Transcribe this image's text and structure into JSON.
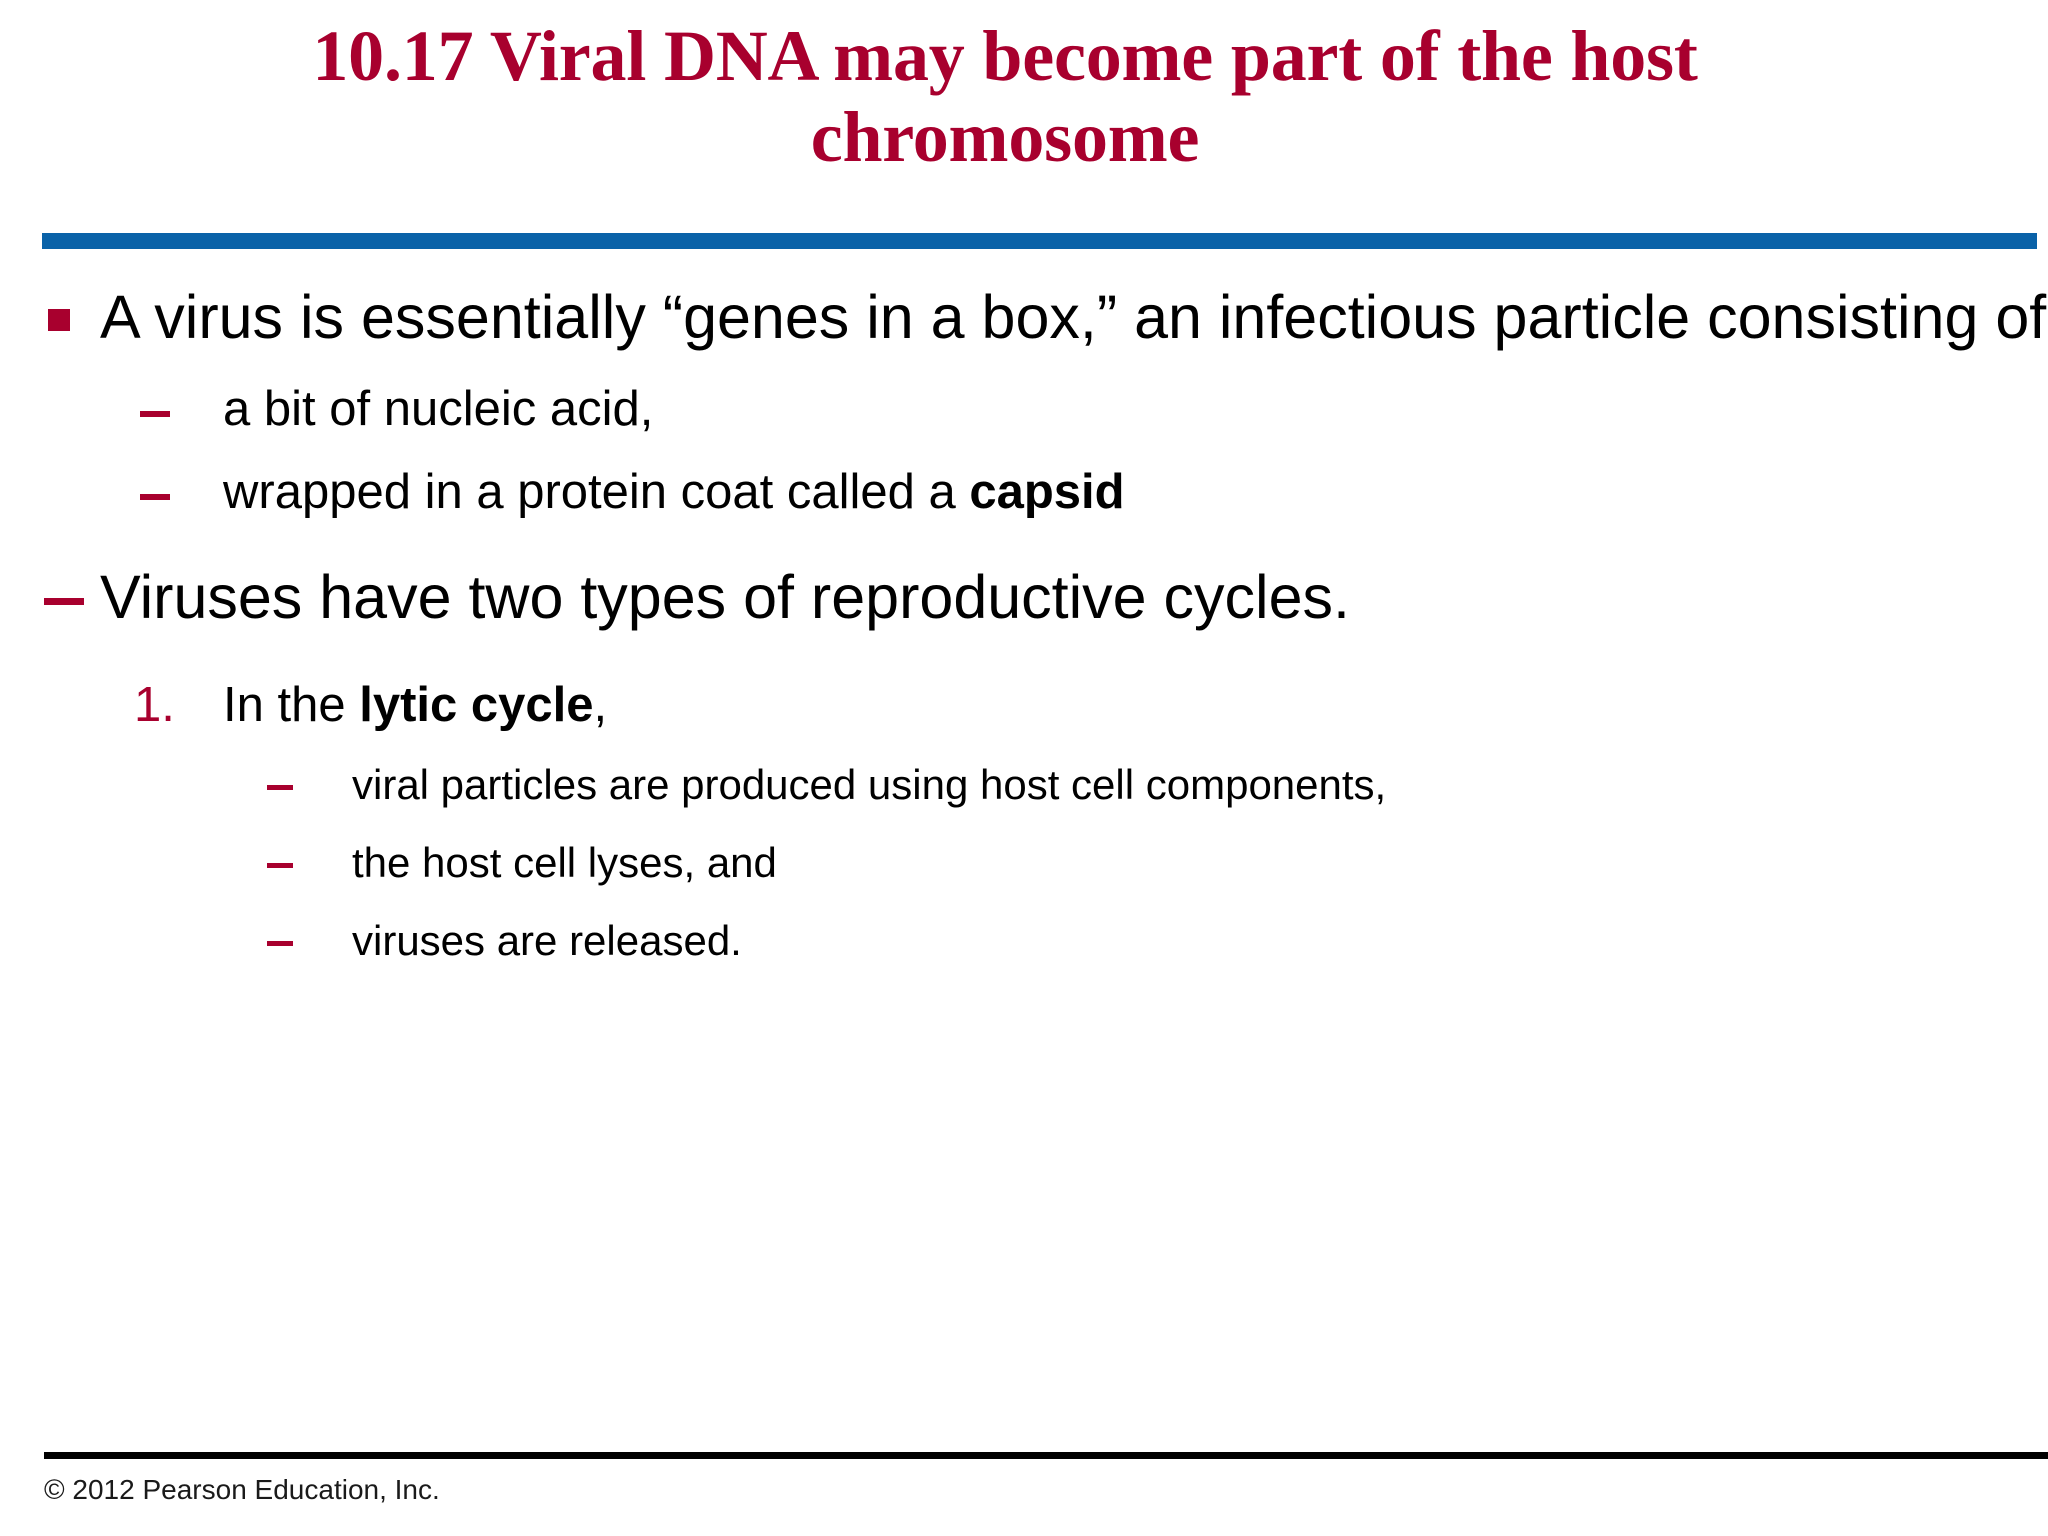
{
  "slide": {
    "title": {
      "line1": "10.17 Viral DNA may become part of the host",
      "line2": "chromosome",
      "color": "#A8002E"
    },
    "divider": {
      "blue_color": "#0A62A8",
      "footer_rule_color": "#000000"
    },
    "content": [
      {
        "level": 1,
        "marker": "square-bullet",
        "text_parts": [
          {
            "text": "A virus is essentially “genes in a box,” an infectious particle consisting of",
            "bold": false
          }
        ]
      },
      {
        "level": 2,
        "marker": "dash-bullet",
        "text_parts": [
          {
            "text": "a bit of nucleic acid,",
            "bold": false
          }
        ]
      },
      {
        "level": 2,
        "marker": "dash-bullet",
        "text_parts": [
          {
            "text": "wrapped in a protein coat called a ",
            "bold": false
          },
          {
            "text": "capsid",
            "bold": true
          }
        ]
      },
      {
        "level": 1,
        "marker": "dash-bullet",
        "text_parts": [
          {
            "text": "Viruses have two types of reproductive cycles.",
            "bold": false
          }
        ]
      },
      {
        "level": 2,
        "marker": "1.",
        "text_parts": [
          {
            "text": "In the ",
            "bold": false
          },
          {
            "text": "lytic cycle",
            "bold": true
          },
          {
            "text": ",",
            "bold": false
          }
        ]
      },
      {
        "level": 3,
        "marker": "dash-bullet",
        "text_parts": [
          {
            "text": "viral particles are produced using host cell components,",
            "bold": false
          }
        ]
      },
      {
        "level": 3,
        "marker": "dash-bullet",
        "text_parts": [
          {
            "text": "the host cell lyses, and",
            "bold": false
          }
        ]
      },
      {
        "level": 3,
        "marker": "dash-bullet",
        "text_parts": [
          {
            "text": "viruses are released.",
            "bold": false
          }
        ]
      }
    ],
    "footer": {
      "copyright": "© 2012 Pearson Education, Inc."
    }
  },
  "text": {
    "b1": "A virus is essentially “genes in a box,” an infectious particle consisting of",
    "b2": "a bit of nucleic acid,",
    "b3a": "wrapped in a protein coat called a ",
    "b3b": "capsid",
    "b4": "Viruses have two types of reproductive cycles.",
    "b5num": "1.",
    "b5a": "In the ",
    "b5b": "lytic cycle",
    "b5c": ",",
    "b6": "viral particles are produced using host cell components,",
    "b7": "the host cell lyses, and",
    "b8": "viruses are released."
  }
}
